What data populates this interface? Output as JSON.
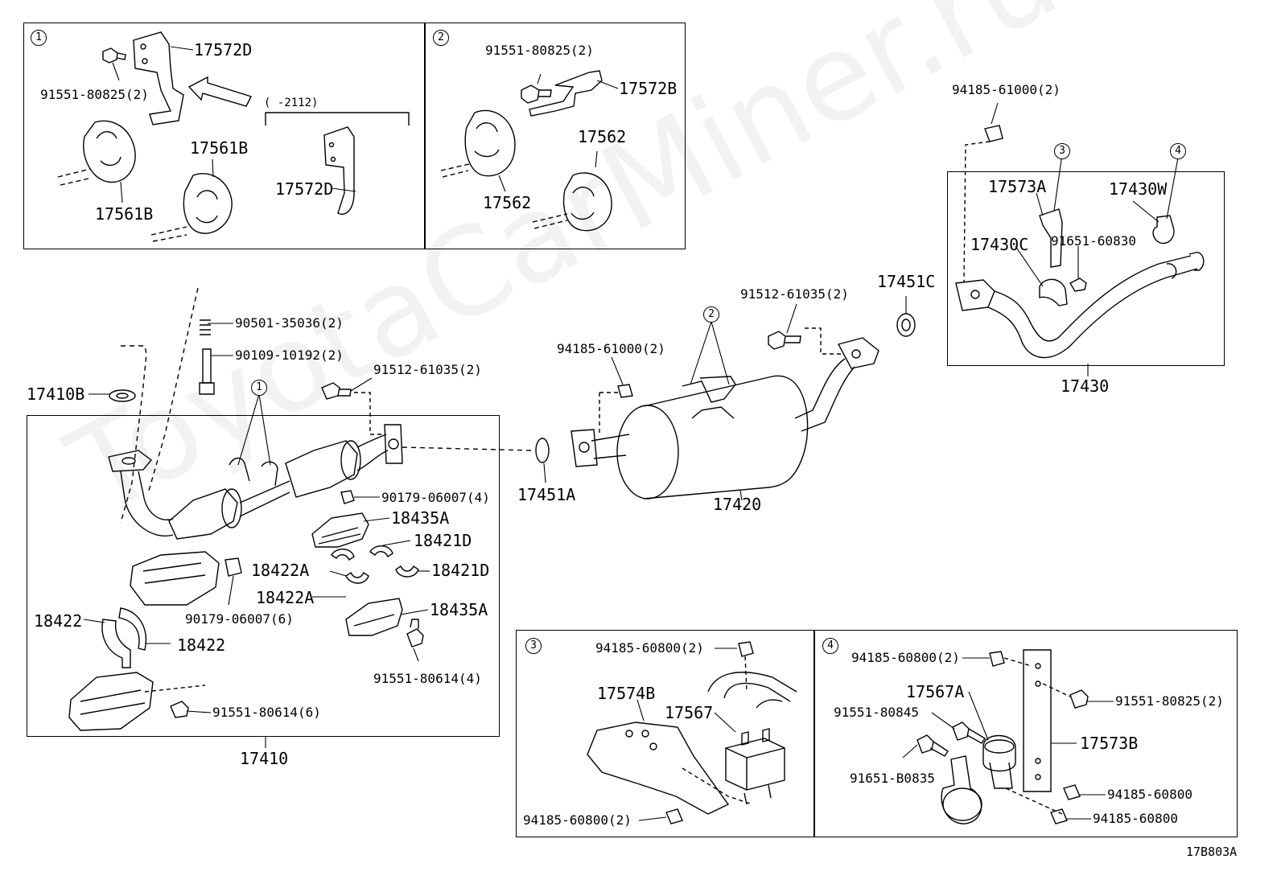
{
  "footer_code": "17B803A",
  "watermark": "ToyotaCarMiner.ru",
  "insets": {
    "inset1": {
      "number": "1",
      "range_note": "(      -2112)"
    },
    "inset2": {
      "number": "2"
    },
    "inset3": {
      "number": "3"
    },
    "inset4": {
      "number": "4"
    }
  },
  "callouts": {
    "c1a": "1",
    "c2a": "2",
    "c3a": "3",
    "c4a": "4"
  },
  "labels": {
    "p17572D_a": "17572D",
    "p91551_80825_a": "91551-80825(2)",
    "p17561B_a": "17561B",
    "p17561B_b": "17561B",
    "p17572D_b": "17572D",
    "p91551_80825_b": "91551-80825(2)",
    "p17572B": "17572B",
    "p17562_a": "17562",
    "p17562_b": "17562",
    "p94185_61000_a": "94185-61000(2)",
    "p17573A": "17573A",
    "p17430W": "17430W",
    "p17430C": "17430C",
    "p91651_60830": "91651-60830",
    "p17430": "17430",
    "p17451C": "17451C",
    "p91512_61035_a": "91512-61035(2)",
    "p94185_61000_b": "94185-61000(2)",
    "p17420": "17420",
    "p17451A": "17451A",
    "p90501": "90501-35036(2)",
    "p90109": "90109-10192(2)",
    "p91512_61035_b": "91512-61035(2)",
    "p17410B": "17410B",
    "p90179_a": "90179-06007(4)",
    "p18435A_a": "18435A",
    "p18421D_a": "18421D",
    "p18422A_a": "18422A",
    "p18421D_b": "18421D",
    "p18422A_b": "18422A",
    "p18435A_b": "18435A",
    "p90179_b": "90179-06007(6)",
    "p18422_a": "18422",
    "p18422_b": "18422",
    "p91551_80614_a": "91551-80614(4)",
    "p91551_80614_b": "91551-80614(6)",
    "p17410": "17410",
    "p94185_60800_a": "94185-60800(2)",
    "p17574B": "17574B",
    "p17567": "17567",
    "p94185_60800_b": "94185-60800(2)",
    "p94185_60800_c": "94185-60800(2)",
    "p17567A": "17567A",
    "p91551_80845": "91551-80845",
    "p91551_80825_c": "91551-80825(2)",
    "p17573B": "17573B",
    "p91651_B0835": "91651-B0835",
    "p94185_60800_d": "94185-60800",
    "p94185_60800_e": "94185-60800"
  }
}
